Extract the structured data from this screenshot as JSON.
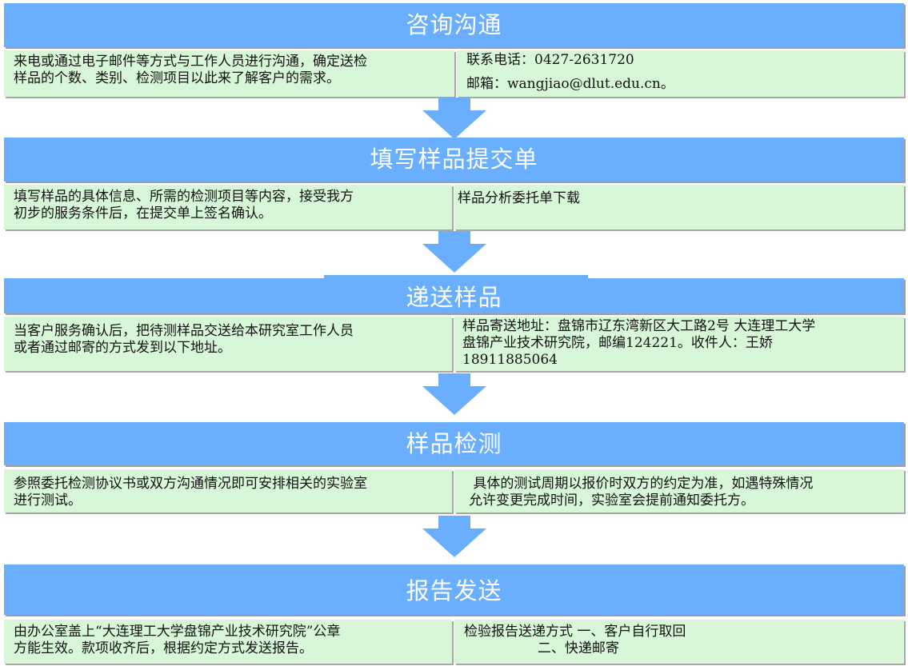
{
  "steps": [
    {
      "title": "咨询沟通",
      "left": [
        "来电或通过电子邮件等方式与工作人员进行沟通，确定送检",
        "样品的个数、类别、检测项目以此来了解客户的需求。"
      ],
      "right": [
        "联系电话：0427-2631720",
        "邮箱：wangjiao@dlut.edu.cn。"
      ]
    },
    {
      "title": "填写样品提交单",
      "left": [
        "填写样品的具体信息、所需的检测项目等内容，接受我方",
        "初步的服务条件后，在提交单上签名确认。"
      ],
      "right": [
        "样品分析委托单下载"
      ]
    },
    {
      "title": "递送样品",
      "left": [
        "当客户服务确认后，把待测样品交送给本研究室工作人员",
        "或者通过邮寄的方式发到以下地址。"
      ],
      "right": [
        "样品寄送地址：盘锦市辽东湾新区大工路2号 大连理工大学",
        "盘锦产业技术研究院，邮编124221。收件人：王娇",
        "18911885064"
      ]
    },
    {
      "title": "样品检测",
      "left": [
        "参照委托检测协议书或双方沟通情况即可安排相关的实验室",
        "进行测试。"
      ],
      "right": [
        " 具体的测试周期以报价时双方的约定为准，如遇特殊情况",
        "允许变更完成时间，实验室会提前通知委托方。"
      ]
    },
    {
      "title": "报告发送",
      "left": [
        "由办公室盖上“大连理工大学盘锦产业技术研究院”公章",
        "方能生效。款项收齐后，根据约定方式发送报告。"
      ],
      "right": [
        "检验报告送递方式 一、客户自行取回",
        "                 二、快递邮寄"
      ]
    }
  ],
  "colors": {
    "header": "#6aafff",
    "cell": "#d8f7d9",
    "arrow": "#6aafff"
  }
}
